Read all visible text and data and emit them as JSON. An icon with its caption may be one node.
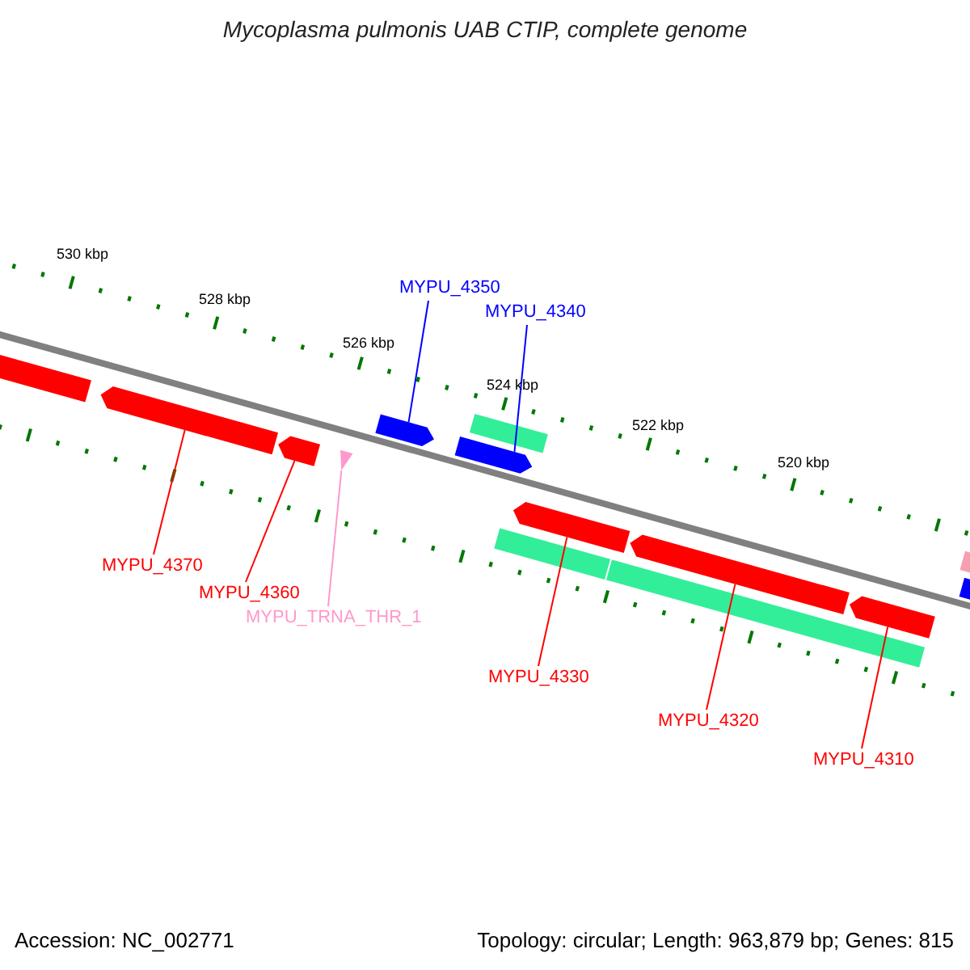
{
  "diagram": {
    "title": "Mycoplasma pulmonis UAB CTIP, complete genome",
    "nodes": [
      {
        "text": [
          "MYPU_4350"
        ]
      },
      {
        "text": [
          "MYPU_4340"
        ]
      },
      {
        "text": [
          "MYPU_4370"
        ]
      },
      {
        "text": [
          "MYPU_4360"
        ]
      },
      {
        "text": [
          "MYPU_TRNA_THR_1"
        ]
      },
      {
        "text": [
          "MYPU_4330"
        ]
      },
      {
        "text": [
          "MYPU_4320"
        ]
      },
      {
        "text": [
          "MYPU_4310"
        ]
      },
      {
        "text": [],
        "shape": "bar"
      },
      {
        "text": [],
        "shape": "bar"
      },
      {
        "text": [],
        "shape": "bar"
      },
      {
        "text": [],
        "shape": "triangle"
      },
      {
        "text": [],
        "shape": "bar"
      },
      {
        "text": [],
        "shape": "bar"
      },
      {
        "text": [],
        "shape": "bar"
      },
      {
        "text": [],
        "shape": "bar"
      },
      {
        "text": [],
        "shape": "bar"
      },
      {
        "text": [],
        "shape": "bar"
      },
      {
        "text": [],
        "shape": "bar"
      },
      {
        "text": [],
        "shape": "bar"
      },
      {
        "text": [],
        "shape": "bar"
      },
      {
        "text": [],
        "shape": "bar"
      }
    ],
    "edges": [
      {
        "from": 0,
        "to": 12,
        "arrow": "none",
        "color": "#0000ff"
      },
      {
        "from": 1,
        "to": 13,
        "arrow": "none",
        "color": "#0000ff"
      },
      {
        "from": 2,
        "to": 9,
        "arrow": "none"
      },
      {
        "from": 3,
        "to": 10,
        "arrow": "none"
      },
      {
        "from": 4,
        "to": 11,
        "arrow": "none",
        "color": "#ff99cc"
      },
      {
        "from": 5,
        "to": 16,
        "arrow": "none"
      },
      {
        "from": 6,
        "to": 18,
        "arrow": "none"
      },
      {
        "from": 7,
        "to": 19,
        "arrow": "none"
      }
    ],
    "labels": [
      "530 kbp",
      "528 kbp",
      "526 kbp",
      "524 kbp",
      "522 kbp",
      "520 kbp",
      "Accession: NC_002771",
      "Topology: circular; Length: 963,879 bp; Genes: 815"
    ]
  }
}
